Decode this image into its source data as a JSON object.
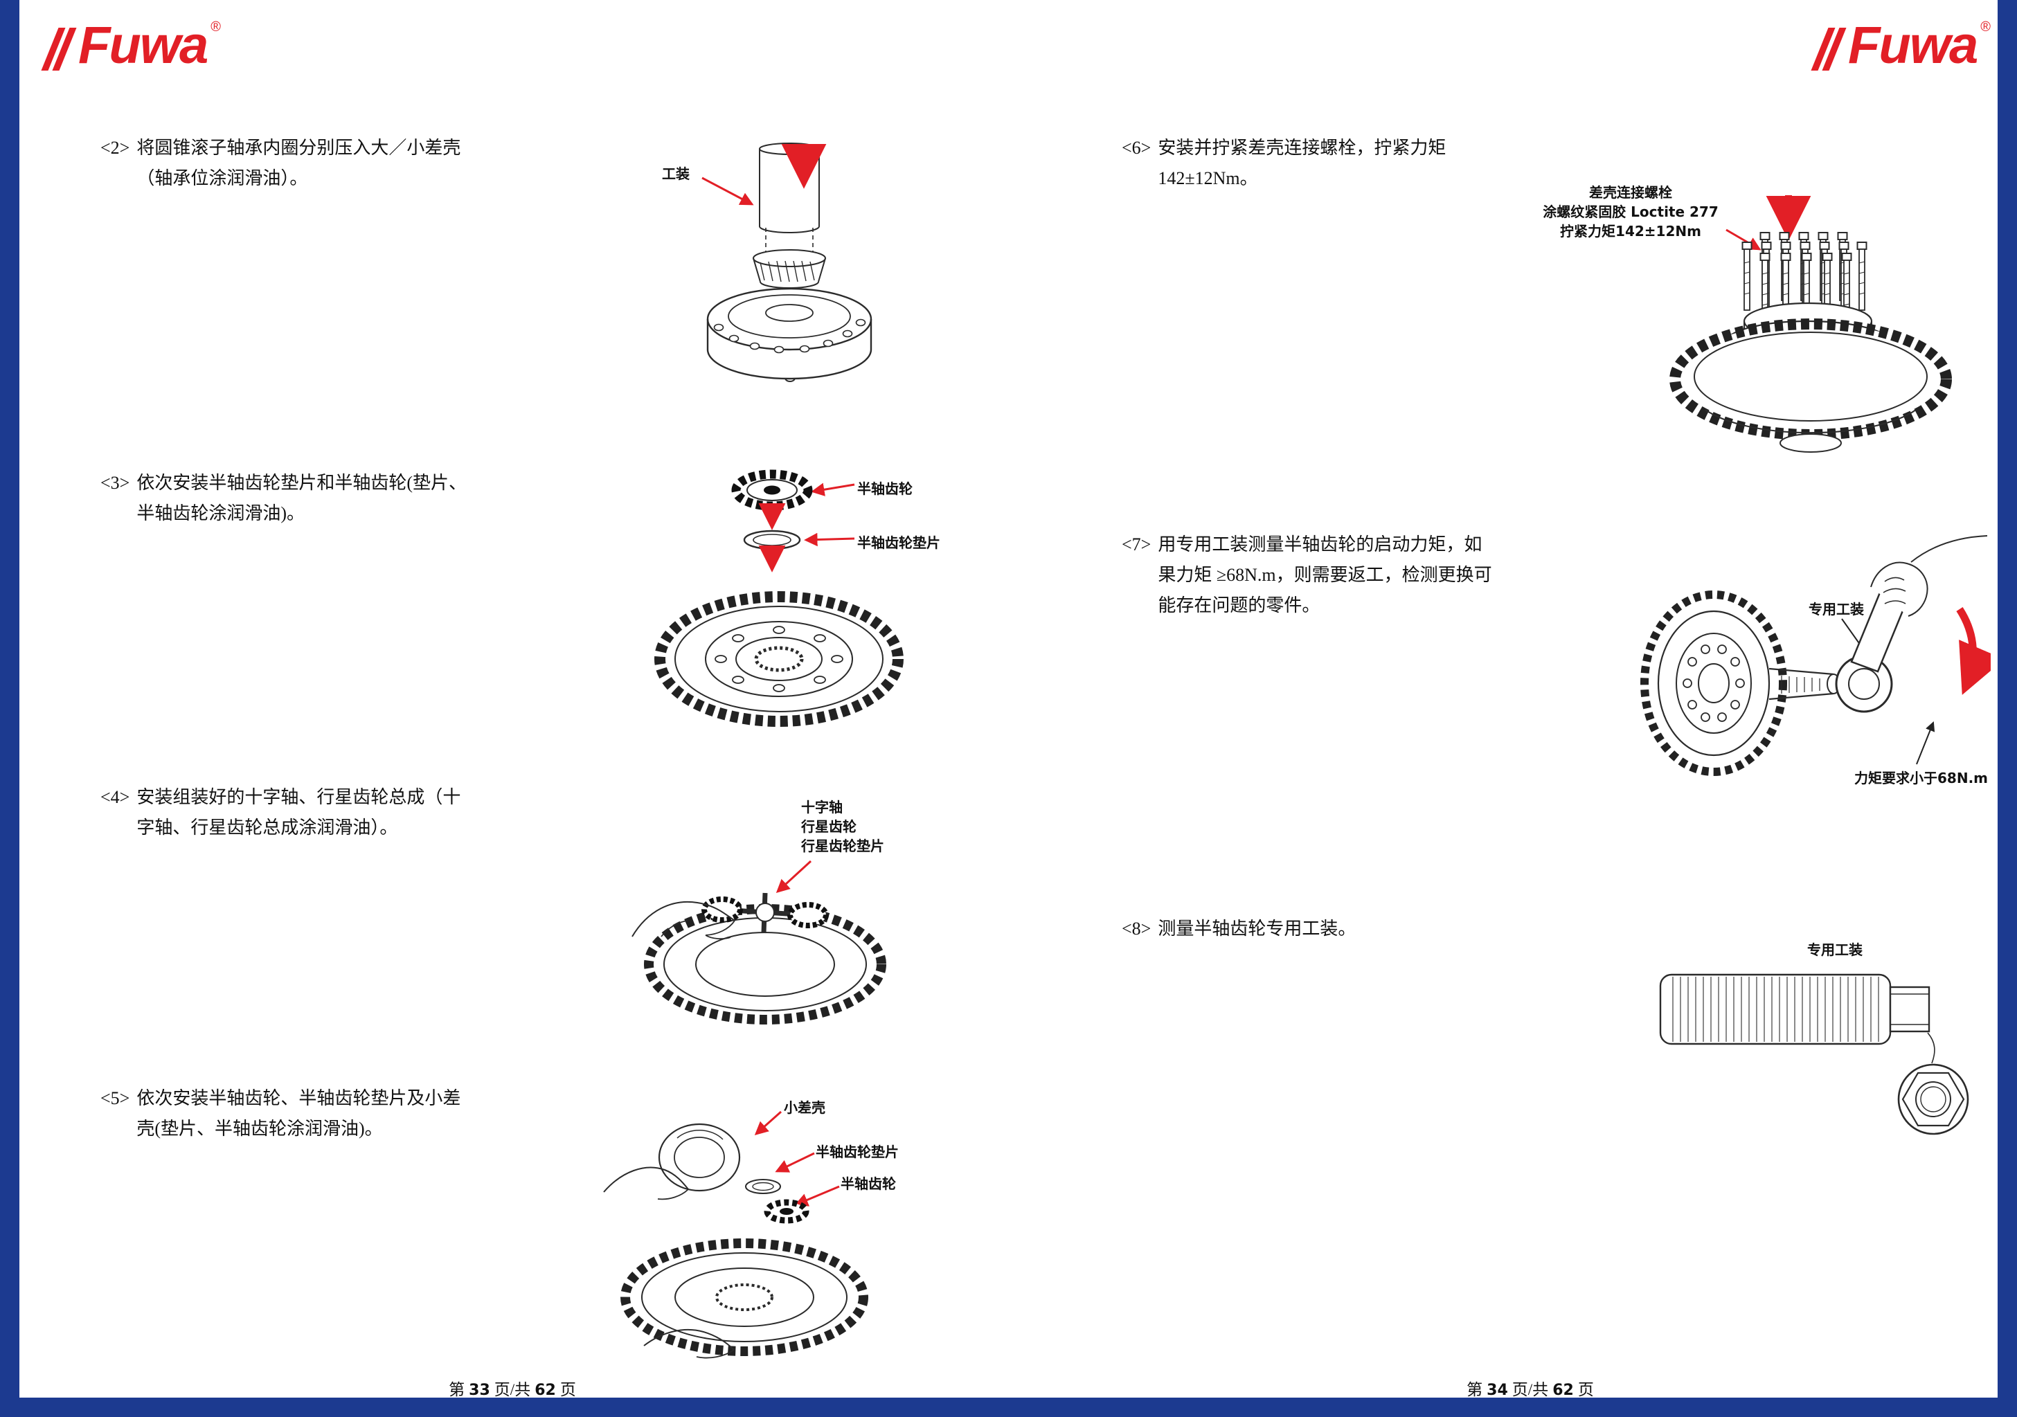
{
  "brand": {
    "name": "Fuwa",
    "registered_mark": "®",
    "color": "#e21f26"
  },
  "colors": {
    "frame_blue": "#1c3a90",
    "arrow_red": "#e21f26",
    "line_art": "#2b2b2b",
    "text": "#111111",
    "page_bg": "#ffffff"
  },
  "left_page": {
    "steps": [
      {
        "label": "<2>",
        "text": "将圆锥滚子轴承内圈分别压入大／小差壳（轴承位涂润滑油）。"
      },
      {
        "label": "<3>",
        "text": "依次安装半轴齿轮垫片和半轴齿轮(垫片、半轴齿轮涂润滑油)。"
      },
      {
        "label": "<4>",
        "text": "安装组装好的十字轴、行星齿轮总成（十字轴、行星齿轮总成涂润滑油）。"
      },
      {
        "label": "<5>",
        "text": "依次安装半轴齿轮、半轴齿轮垫片及小差壳(垫片、半轴齿轮涂润滑油)。"
      }
    ],
    "figures": {
      "bearing_press": {
        "tool": "工装"
      },
      "side_gear_stack": {
        "gear": "半轴齿轮",
        "shim": "半轴齿轮垫片"
      },
      "spider_assembly": {
        "line1": "十字轴",
        "line2": "行星齿轮",
        "line3": "行星齿轮垫片"
      },
      "small_case_assembly": {
        "case": "小差壳",
        "shim": "半轴齿轮垫片",
        "gear": "半轴齿轮"
      }
    },
    "footer": {
      "prefix": "第",
      "page": "33",
      "mid": "页/共",
      "total": "62",
      "suffix": "页"
    }
  },
  "right_page": {
    "steps": [
      {
        "label": "<6>",
        "text": "安装并拧紧差壳连接螺栓，拧紧力矩142±12Nm。"
      },
      {
        "label": "<7>",
        "text": "用专用工装测量半轴齿轮的启动力矩，如果力矩 ≥68N.m，则需要返工，检测更换可能存在问题的零件。"
      },
      {
        "label": "<8>",
        "text": "测量半轴齿轮专用工装。"
      }
    ],
    "figures": {
      "case_bolts": {
        "line1": "差壳连接螺栓",
        "line2": "涂螺纹紧固胶 Loctite 277",
        "line3": "拧紧力矩142±12Nm"
      },
      "torque_check": {
        "tool": "专用工装",
        "torque": "力矩要求小于68N.m"
      },
      "special_tool": {
        "tool": "专用工装"
      }
    },
    "footer": {
      "prefix": "第",
      "page": "34",
      "mid": "页/共",
      "total": "62",
      "suffix": "页"
    }
  }
}
